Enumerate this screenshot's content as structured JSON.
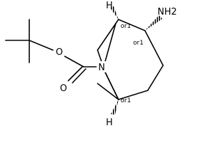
{
  "structure": {
    "atoms": {
      "carbonyl_oxygen": "O",
      "ester_oxygen": "O",
      "bridge_nitrogen": "N",
      "amine": "NH2",
      "top_hydrogen": "H",
      "bottom_hydrogen": "H"
    },
    "stereo_labels": {
      "top_bridgehead": "or1",
      "amine_carbon": "or1",
      "bottom_bridgehead": "or1"
    }
  }
}
